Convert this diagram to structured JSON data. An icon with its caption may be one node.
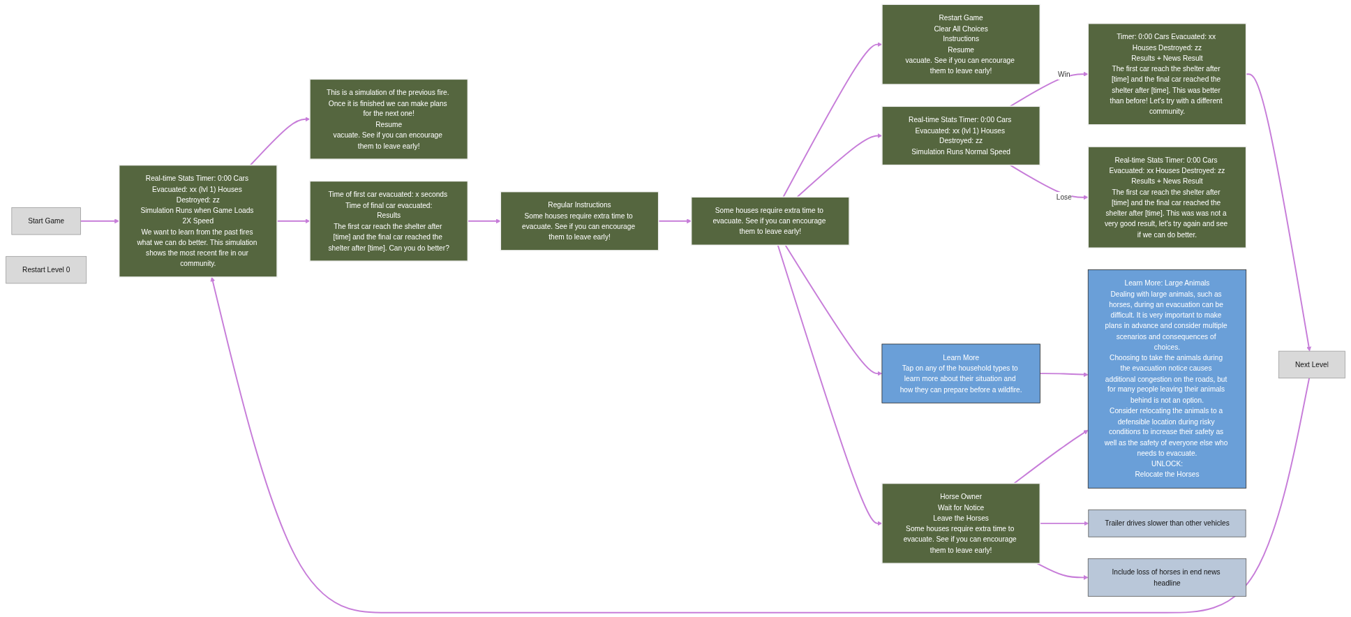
{
  "diagram": {
    "nodes": [
      {
        "text": [
          "Start Game"
        ]
      },
      {
        "text": [
          "This is a simulation of the previous fire. Once it is finished we can make plans for the next one!",
          "Resume",
          "vacuate. See if you can encourage them to leave early!"
        ]
      },
      {
        "text": [
          "Real-time Stats Timer: 0:00 Cars Evacuated: xx (lvl 1) Houses Destroyed: zz",
          "Simulation Runs when Game Loads 2X Speed",
          "We want to learn from the past fires what we can do better. This simulation shows the most recent fire in our community."
        ]
      },
      {
        "text": [
          "Next Level"
        ]
      },
      {
        "text": [
          "Time of first car evacuated: x seconds Time of final car evacuated:",
          "Results",
          "The first car reach the shelter after [time] and the final car reached the shelter after [time]. Can you do better?"
        ]
      },
      {
        "text": [
          "Regular Instructions",
          "Some houses require extra time to evacuate. See if you can encourage them to leave early!"
        ]
      },
      {
        "text": [
          "Restart Game",
          "Clear All Choices",
          "Instructions",
          "Resume",
          "vacuate. See if you can encourage them to leave early!"
        ]
      },
      {
        "text": [
          "Timer: 0:00 Cars Evacuated: xx Houses Destroyed: zz",
          "Results + News Result",
          "The first car reach the shelter after [time] and the final car reached the shelter after [time]. This was better than before! Let's try with a different community."
        ]
      },
      {
        "text": [
          "Real-time Stats Timer: 0:00 Cars Evacuated: xx (lvl 1) Houses Destroyed: zz",
          "Simulation Runs Normal Speed"
        ]
      },
      {
        "text": [
          "Real-time Stats Timer: 0:00 Cars Evacuated: xx Houses Destroyed: zz",
          "Results + News Result",
          "The first car reach the shelter after [time] and the final car reached the shelter after [time]. This was was not a very good result, let's try again and see if we can do better."
        ]
      },
      {
        "text": [
          "Restart Level 0"
        ]
      },
      {
        "text": [
          "Some houses require extra time to evacuate. See if you can encourage them to leave early!"
        ]
      },
      {
        "text": [
          "Learn More",
          "Tap on any of the household types to learn more about their situation and how they can prepare before a wildfire."
        ]
      },
      {
        "text": [
          "Horse Owner",
          "Wait for Notice",
          "Leave the Horses",
          "Some houses require extra time to evacuate. See if you can encourage them to leave early!"
        ]
      },
      {
        "text": [
          "Trailer drives slower than other vehicles"
        ]
      },
      {
        "text": [
          "Include loss of horses in end news headline"
        ]
      },
      {
        "text": [
          "Learn More: Large Animals",
          "Dealing with large animals, such as horses, during an evacuation can be difficult. It is very important to make plans in advance and consider multiple scenarios and consequences of choices.",
          "Choosing to take the animals during the evacuation notice causes additional congestion on the roads, but for many people leaving their animals behind is not an option.",
          "Consider relocating the animals to a defensible location during risky conditions to increase their safety as well as the safety of everyone else who needs to evacuate.",
          "UNLOCK:",
          "Relocate the Horses"
        ]
      }
    ],
    "edges": [
      {
        "from": 0,
        "to": 2,
        "arrow": "to"
      },
      {
        "from": 2,
        "to": 1,
        "arrow": "to"
      },
      {
        "from": 3,
        "to": 2,
        "arrow": "to"
      },
      {
        "from": 7,
        "to": 3,
        "arrow": "to"
      },
      {
        "from": 2,
        "to": 4,
        "arrow": "to"
      },
      {
        "from": 4,
        "to": 5,
        "arrow": "to"
      },
      {
        "from": 5,
        "to": 11,
        "arrow": "to"
      },
      {
        "from": 11,
        "to": 6,
        "arrow": "to"
      },
      {
        "from": 11,
        "to": 8,
        "arrow": "to"
      },
      {
        "from": 8,
        "to": 7,
        "arrow": "to",
        "label": "Win"
      },
      {
        "from": 8,
        "to": 9,
        "arrow": "to",
        "label": "Lose"
      },
      {
        "from": 11,
        "to": 12,
        "arrow": "to"
      },
      {
        "from": 12,
        "to": 16,
        "arrow": "to"
      },
      {
        "from": 11,
        "to": 13,
        "arrow": "to"
      },
      {
        "from": 13,
        "to": 14,
        "arrow": "to"
      },
      {
        "from": 13,
        "to": 15,
        "arrow": "to"
      },
      {
        "from": 13,
        "to": 16,
        "arrow": "to"
      }
    ]
  }
}
